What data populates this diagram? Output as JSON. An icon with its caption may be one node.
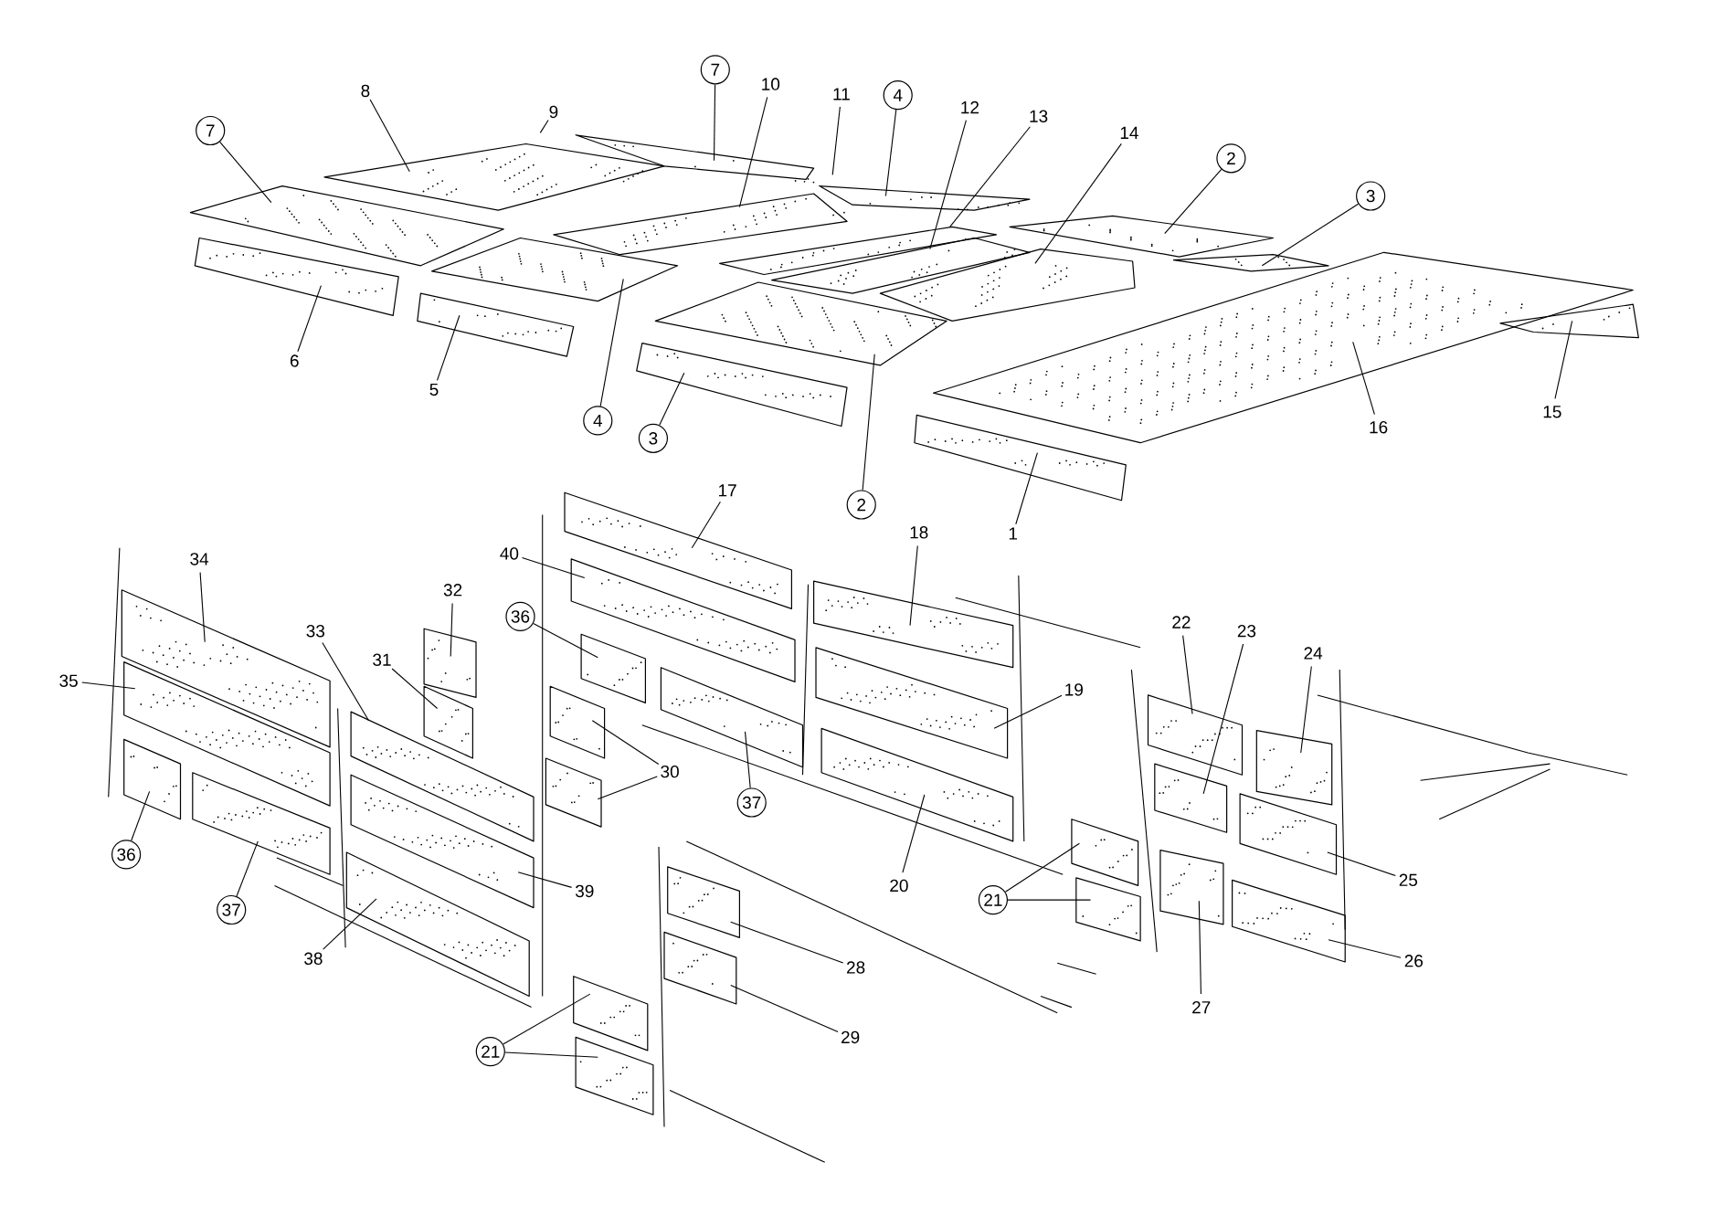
{
  "diagram": {
    "nodes": [
      {
        "text": [
          "9"
        ]
      },
      {
        "text": [
          "8"
        ]
      },
      {
        "text": [
          "7"
        ]
      },
      {
        "text": [
          "7"
        ]
      },
      {
        "text": [
          "10"
        ]
      },
      {
        "text": [
          "11"
        ]
      },
      {
        "text": [
          "4"
        ]
      },
      {
        "text": [
          "12"
        ]
      },
      {
        "text": [
          "13"
        ]
      },
      {
        "text": [
          "14"
        ]
      },
      {
        "text": [
          "2"
        ]
      },
      {
        "text": [
          "3"
        ]
      },
      {
        "text": [
          "6"
        ]
      },
      {
        "text": [
          "5"
        ]
      },
      {
        "text": [
          "4"
        ]
      },
      {
        "text": [
          "3"
        ]
      },
      {
        "text": [
          "2"
        ]
      },
      {
        "text": [
          "16"
        ]
      },
      {
        "text": [
          "15"
        ]
      },
      {
        "text": [
          "1"
        ]
      },
      {
        "text": [
          "17"
        ]
      },
      {
        "text": [
          "40"
        ]
      },
      {
        "text": [
          "18"
        ]
      },
      {
        "text": [
          "32"
        ]
      },
      {
        "text": [
          "34"
        ]
      },
      {
        "text": [
          "33"
        ]
      },
      {
        "text": [
          "31"
        ]
      },
      {
        "text": [
          "35"
        ]
      },
      {
        "text": [
          "36"
        ]
      },
      {
        "text": [
          "30"
        ]
      },
      {
        "text": [
          "37"
        ]
      },
      {
        "text": [
          "19"
        ]
      },
      {
        "text": [
          "36"
        ]
      },
      {
        "text": [
          "37"
        ]
      },
      {
        "text": [
          "39"
        ]
      },
      {
        "text": [
          "38"
        ]
      },
      {
        "text": [
          "20"
        ]
      },
      {
        "text": [
          "22"
        ]
      },
      {
        "text": [
          "23"
        ]
      },
      {
        "text": [
          "24"
        ]
      },
      {
        "text": [
          "25"
        ]
      },
      {
        "text": [
          "21"
        ]
      },
      {
        "text": [
          "26"
        ]
      },
      {
        "text": [
          "27"
        ]
      },
      {
        "text": [
          "28"
        ]
      },
      {
        "text": [
          "29"
        ]
      },
      {
        "text": [
          "21"
        ]
      }
    ],
    "edges": [
      {
        "from": 0,
        "to": null,
        "arrow": "none"
      },
      {
        "from": 1,
        "to": null,
        "arrow": "none"
      },
      {
        "from": 2,
        "to": null,
        "arrow": "none"
      },
      {
        "from": 3,
        "to": null,
        "arrow": "none"
      },
      {
        "from": 4,
        "to": null,
        "arrow": "none"
      },
      {
        "from": 5,
        "to": null,
        "arrow": "none"
      },
      {
        "from": 6,
        "to": null,
        "arrow": "none"
      },
      {
        "from": 7,
        "to": null,
        "arrow": "none"
      },
      {
        "from": 8,
        "to": null,
        "arrow": "none"
      },
      {
        "from": 9,
        "to": null,
        "arrow": "none"
      },
      {
        "from": 10,
        "to": null,
        "arrow": "none"
      },
      {
        "from": 11,
        "to": null,
        "arrow": "none"
      },
      {
        "from": 12,
        "to": null,
        "arrow": "none"
      },
      {
        "from": 13,
        "to": null,
        "arrow": "none"
      },
      {
        "from": 14,
        "to": null,
        "arrow": "none"
      },
      {
        "from": 15,
        "to": null,
        "arrow": "none"
      },
      {
        "from": 16,
        "to": null,
        "arrow": "none"
      },
      {
        "from": 17,
        "to": null,
        "arrow": "none"
      },
      {
        "from": 18,
        "to": null,
        "arrow": "none"
      },
      {
        "from": 19,
        "to": null,
        "arrow": "none"
      },
      {
        "from": 20,
        "to": null,
        "arrow": "none"
      },
      {
        "from": 21,
        "to": null,
        "arrow": "none"
      },
      {
        "from": 22,
        "to": null,
        "arrow": "none"
      },
      {
        "from": 23,
        "to": null,
        "arrow": "none"
      },
      {
        "from": 24,
        "to": null,
        "arrow": "none"
      },
      {
        "from": 25,
        "to": null,
        "arrow": "none"
      },
      {
        "from": 26,
        "to": null,
        "arrow": "none"
      },
      {
        "from": 27,
        "to": null,
        "arrow": "none"
      },
      {
        "from": 28,
        "to": null,
        "arrow": "none"
      },
      {
        "from": 29,
        "to": null,
        "arrow": "none"
      },
      {
        "from": 29,
        "to": null,
        "arrow": "none"
      },
      {
        "from": 30,
        "to": null,
        "arrow": "none"
      },
      {
        "from": 31,
        "to": null,
        "arrow": "none"
      },
      {
        "from": 32,
        "to": null,
        "arrow": "none"
      },
      {
        "from": 33,
        "to": null,
        "arrow": "none"
      },
      {
        "from": 34,
        "to": null,
        "arrow": "none"
      },
      {
        "from": 35,
        "to": null,
        "arrow": "none"
      },
      {
        "from": 36,
        "to": null,
        "arrow": "none"
      },
      {
        "from": 37,
        "to": null,
        "arrow": "none"
      },
      {
        "from": 38,
        "to": null,
        "arrow": "none"
      },
      {
        "from": 39,
        "to": null,
        "arrow": "none"
      },
      {
        "from": 40,
        "to": null,
        "arrow": "none"
      },
      {
        "from": 41,
        "to": null,
        "arrow": "none"
      },
      {
        "from": 41,
        "to": null,
        "arrow": "none"
      },
      {
        "from": 42,
        "to": null,
        "arrow": "none"
      },
      {
        "from": 43,
        "to": null,
        "arrow": "none"
      },
      {
        "from": 44,
        "to": null,
        "arrow": "none"
      },
      {
        "from": 45,
        "to": null,
        "arrow": "none"
      },
      {
        "from": 46,
        "to": null,
        "arrow": "none"
      },
      {
        "from": 46,
        "to": null,
        "arrow": "none"
      }
    ]
  }
}
